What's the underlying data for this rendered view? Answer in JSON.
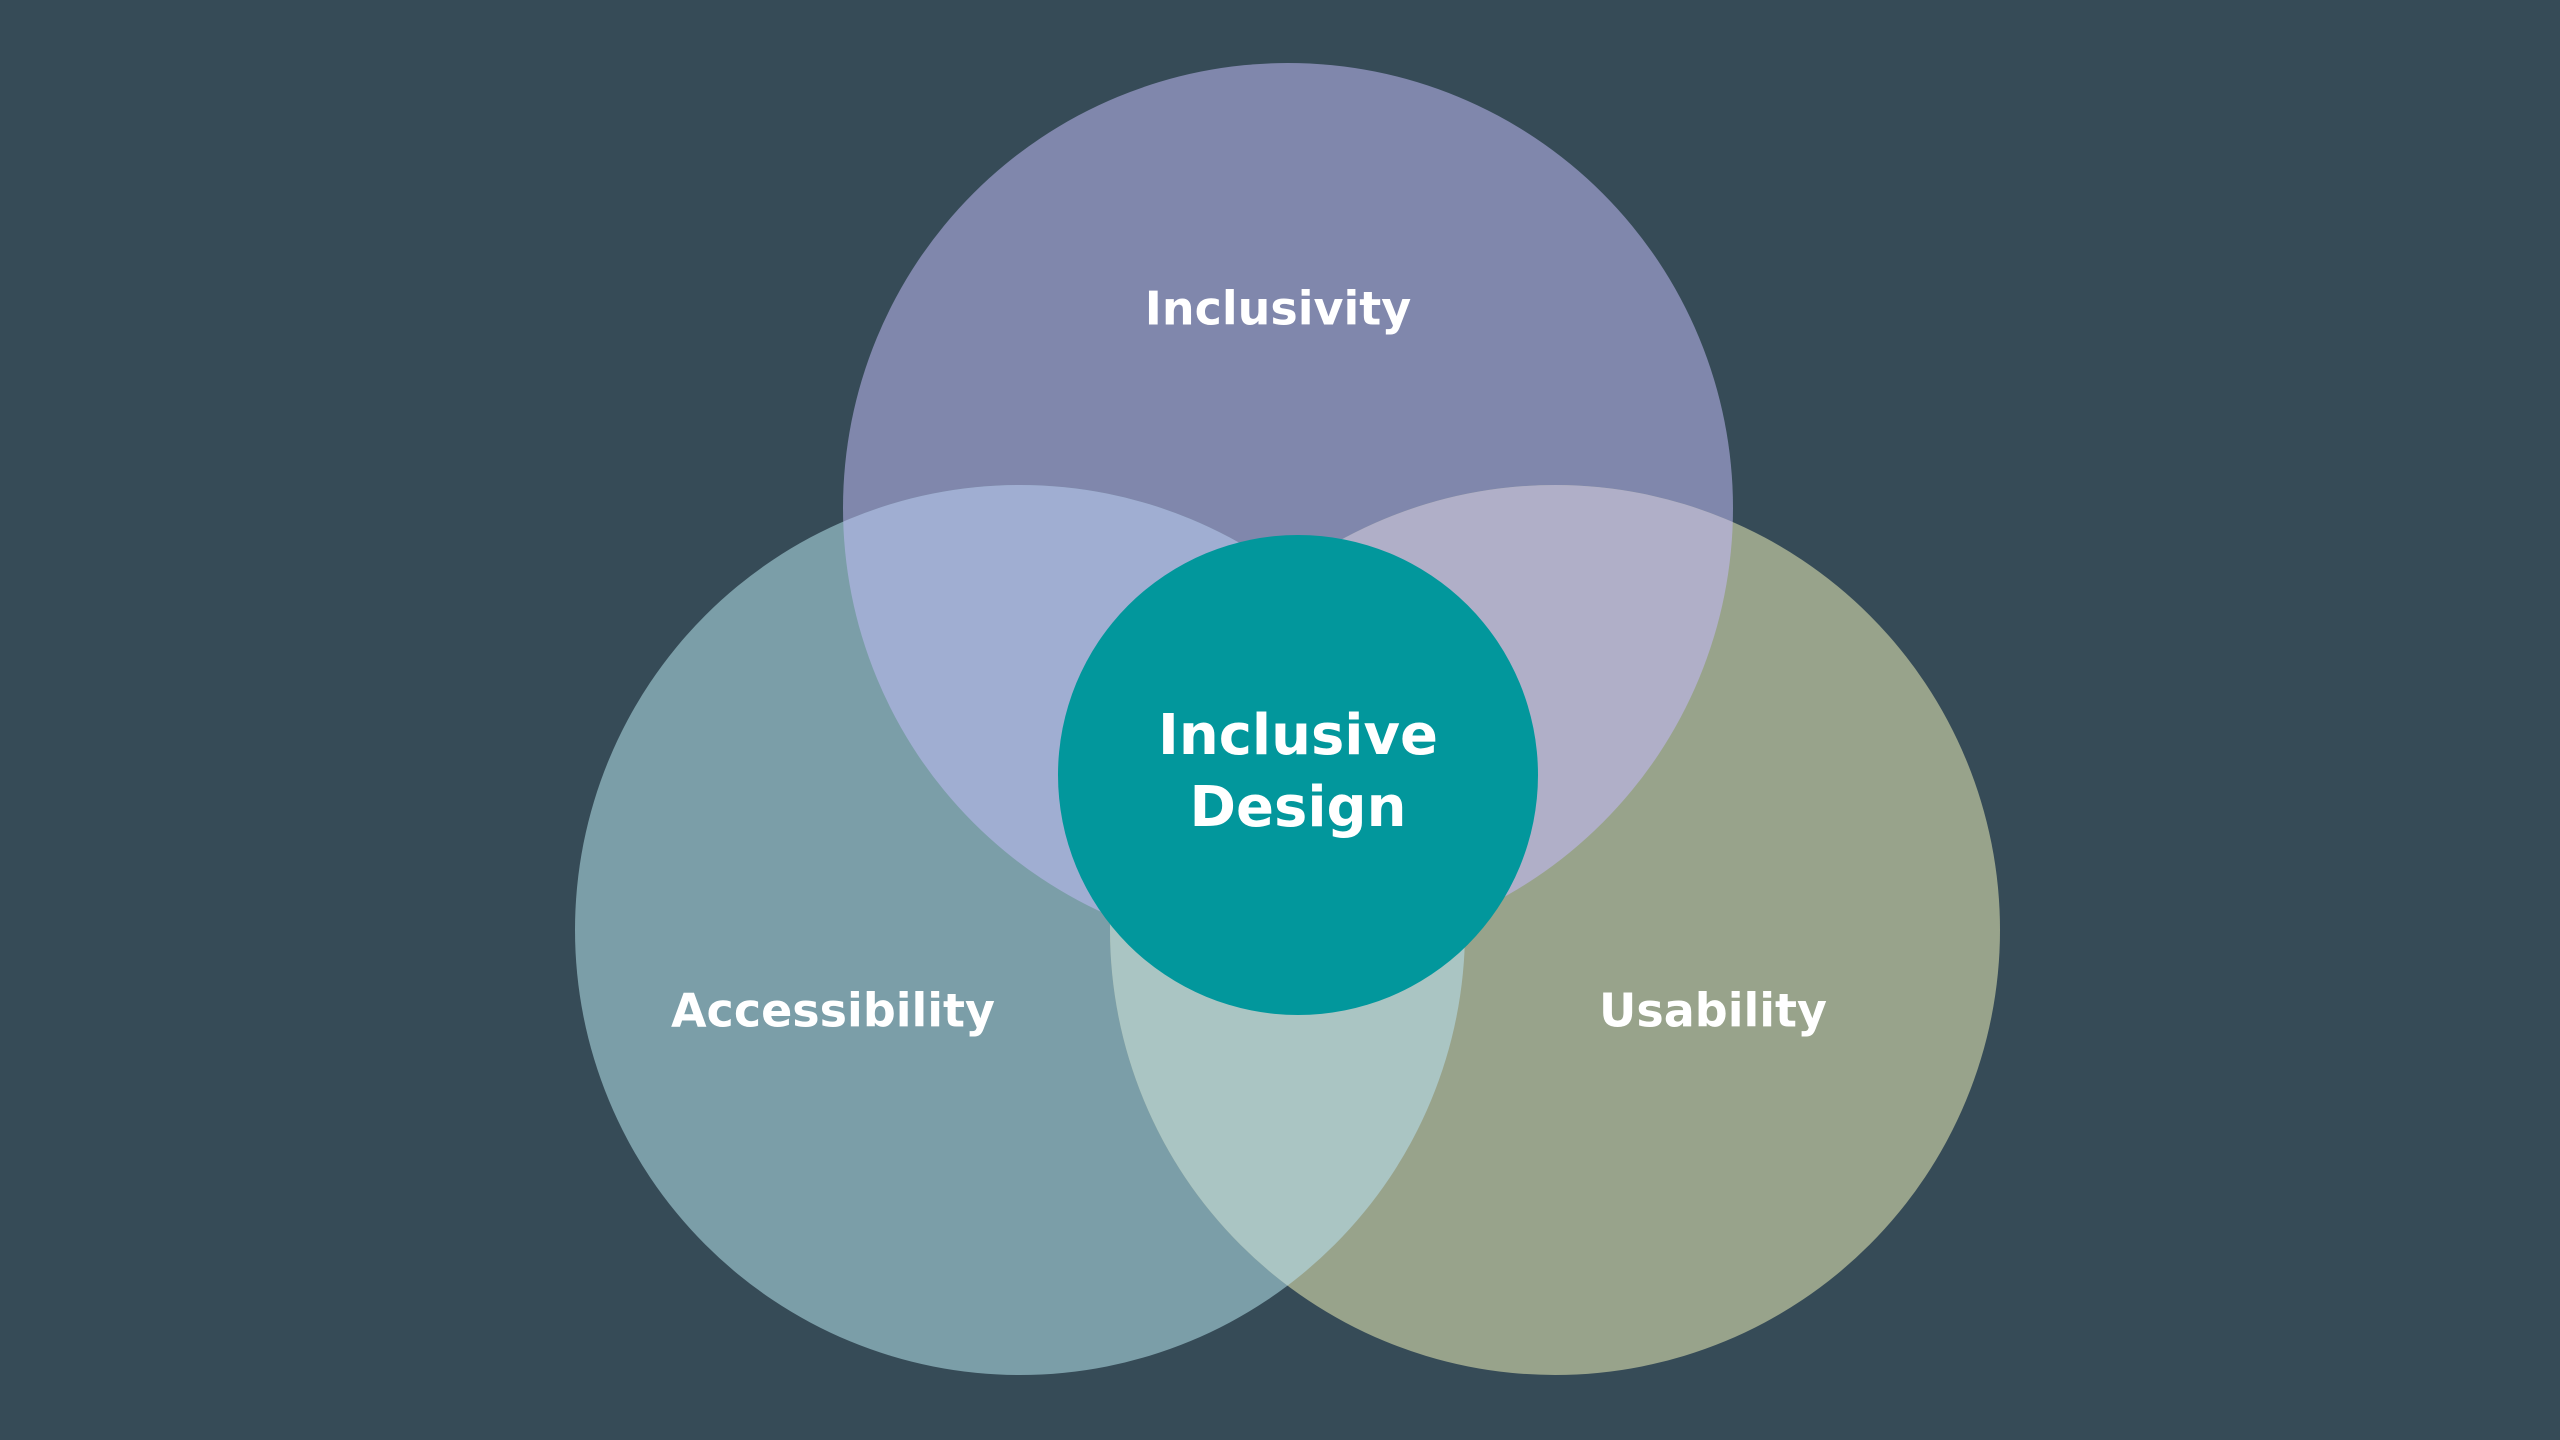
{
  "diagram": {
    "type": "venn",
    "background_color": "#364b57",
    "sets": [
      {
        "id": "inclusivity",
        "label": "Inclusivity",
        "color": "#8087ac"
      },
      {
        "id": "accessibility",
        "label": "Accessibility",
        "color": "#7b9ea8"
      },
      {
        "id": "usability",
        "label": "Usability",
        "color": "#98a38b"
      }
    ],
    "overlaps": {
      "inclusivity_accessibility": "#a0aed2",
      "inclusivity_usability": "#b0afc8",
      "accessibility_usability": "#aac5c3"
    },
    "center": {
      "line1": "Inclusive",
      "line2": "Design",
      "color": "#02979c"
    },
    "label_color": "#ffffff"
  }
}
